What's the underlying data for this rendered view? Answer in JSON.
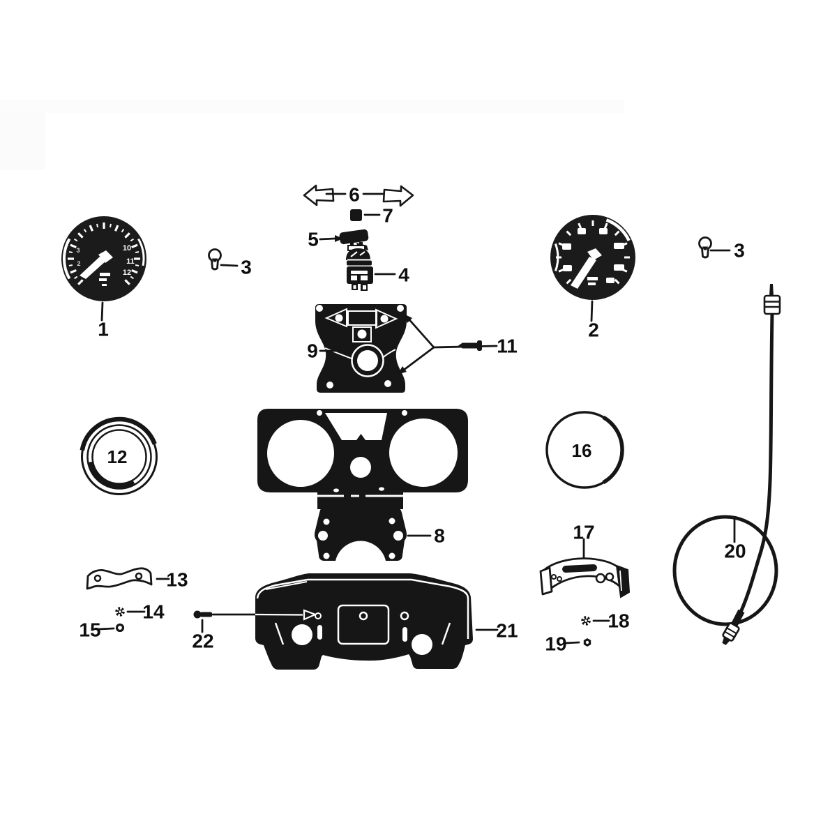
{
  "figure": {
    "background": "#ffffff",
    "ink": "#161616",
    "label_color": "#0e0e0e"
  },
  "labels": {
    "p1": "1",
    "p2": "2",
    "p3a": "3",
    "p3b": "3",
    "p4": "4",
    "p5": "5",
    "p6": "6",
    "p7": "7",
    "p8": "8",
    "p9": "9",
    "p11": "11",
    "p12": "12",
    "p13": "13",
    "p14": "14",
    "p15": "15",
    "p16": "16",
    "p17": "17",
    "p18": "18",
    "p19": "19",
    "p20": "20",
    "p21": "21",
    "p22": "22"
  },
  "gauge1_dial": {
    "n2": "2",
    "n3": "3",
    "n10": "10",
    "n11": "11",
    "n12": "12"
  }
}
